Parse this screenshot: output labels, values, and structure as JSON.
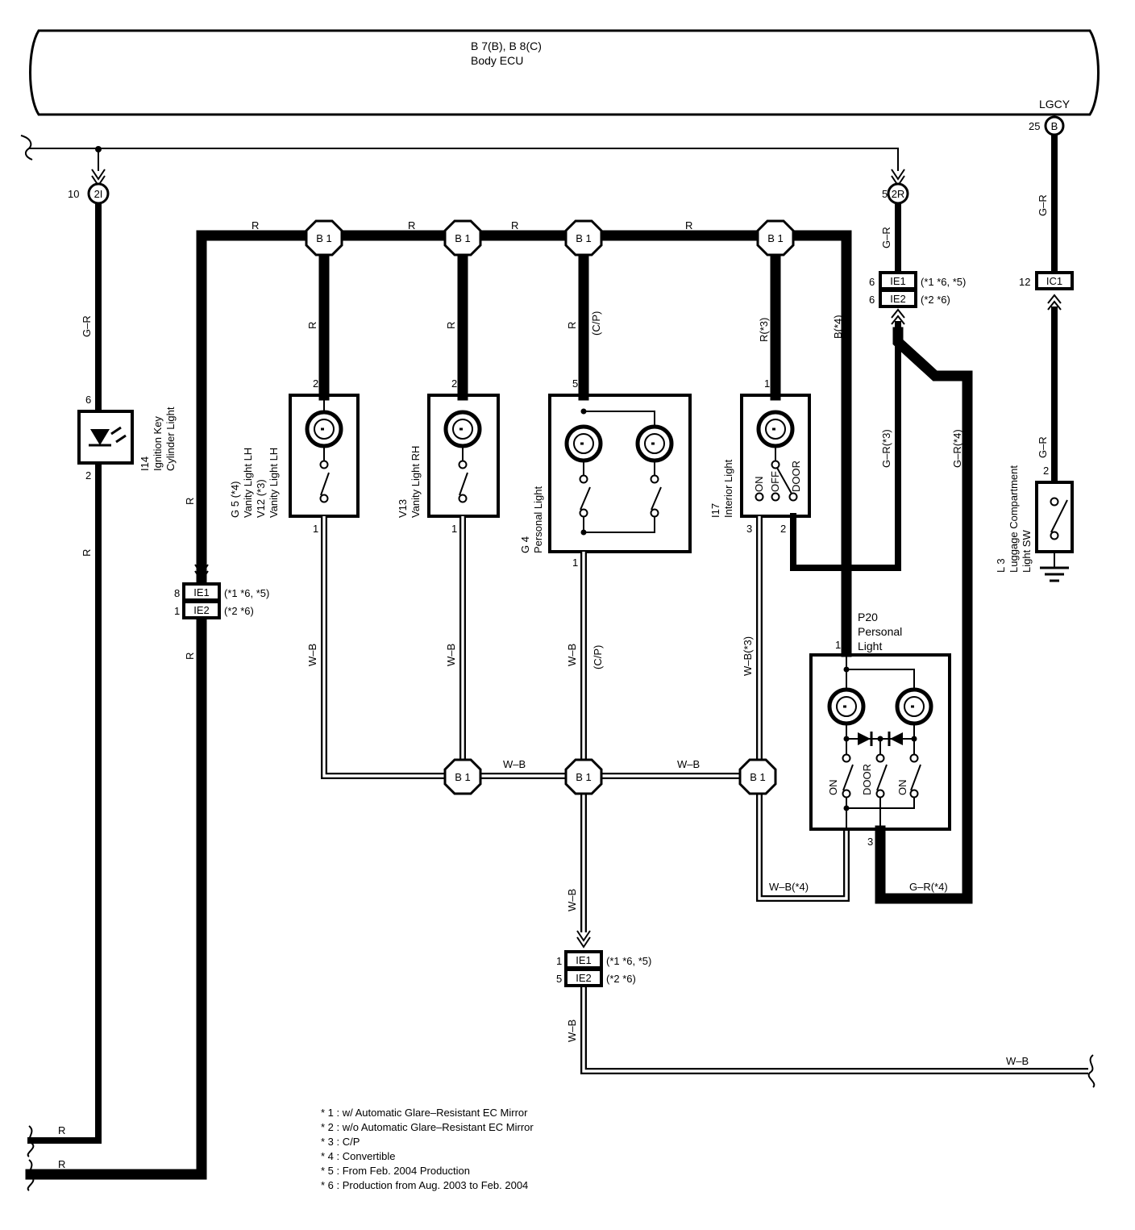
{
  "ecu": {
    "codes": "B 7(B), B 8(C)",
    "name": "Body ECU",
    "terminal_name": "LGCY",
    "terminal_num": "25",
    "terminal_code": "B"
  },
  "junctions": {
    "b1": "B 1",
    "2i": "2I",
    "2r": "2R",
    "b": "B"
  },
  "pins": {
    "p10": "10",
    "p5": "5",
    "p6a": "6",
    "p6b": "6",
    "p12": "12",
    "p8": "8",
    "p1": "1",
    "p1b": "1",
    "p5b": "5",
    "p2a": "2",
    "p2b": "2",
    "p5c": "5",
    "p1c": "1",
    "p1d": "1",
    "p1e": "1",
    "p1f": "1",
    "p6c": "6",
    "p2c": "2",
    "p3a": "3",
    "p2d": "2",
    "p1g": "1",
    "p2e": "2",
    "p3b": "3"
  },
  "connectors": {
    "ie1": "IE1",
    "ie2": "IE2",
    "ic1": "IC1",
    "note_ie1": "(*1 *6, *5)",
    "note_ie2": "(*2 *6)"
  },
  "wires": {
    "r": "R",
    "gr": "G–R",
    "wb": "W–B",
    "cp": "(C/P)",
    "r3": "R(*3)",
    "b4": "B(*4)",
    "gr3": "G–R(*3)",
    "gr4": "G–R(*4)",
    "wb3": "W–B(*3)",
    "wb4": "W–B(*4)"
  },
  "components": {
    "i14_code": "I14",
    "i14_name1": "Ignition Key",
    "i14_name2": "Cylinder Light",
    "g5_code": "G 5   (*4)",
    "g5_name": "Vanity Light LH",
    "v12_code": "V12   (*3)",
    "v12_name": "Vanity Light LH",
    "v13_code": "V13",
    "v13_name": "Vanity Light RH",
    "g4_code": "G 4",
    "g4_name": "Personal Light",
    "i17_code": "I17",
    "i17_name": "Interior Light",
    "p20_code": "P20",
    "p20_name1": "Personal",
    "p20_name2": "Light",
    "l3_code": "L 3",
    "l3_name1": "Luggage Compartment",
    "l3_name2": "Light SW"
  },
  "switch_labels": {
    "on": "ON",
    "off": "OFF",
    "door": "DOOR",
    "door2": "DOOR"
  },
  "footnotes": [
    "* 1 : w/ Automatic Glare–Resistant EC Mirror",
    "* 2 : w/o Automatic Glare–Resistant EC Mirror",
    "* 3 : C/P",
    "* 4 : Convertible",
    "* 5 : From Feb.  2004 Production",
    "* 6 : Production from Aug.  2003 to Feb.  2004"
  ]
}
